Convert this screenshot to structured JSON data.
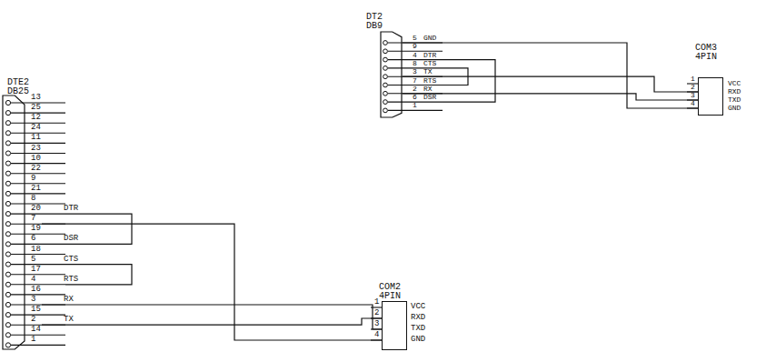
{
  "diagram": {
    "nodes": [
      {
        "text": [
          "DTE2",
          "DB25"
        ]
      },
      {
        "text": [
          "DT2",
          "DB9"
        ]
      },
      {
        "text": [
          "COM3",
          "4PIN"
        ]
      },
      {
        "text": [
          "COM2",
          "4PIN"
        ]
      }
    ],
    "edges": [
      {
        "from": 0,
        "to": 3,
        "arrow": "none"
      },
      {
        "from": 0,
        "to": 3,
        "arrow": "none"
      },
      {
        "from": 0,
        "to": 3,
        "arrow": "none"
      },
      {
        "from": 1,
        "to": 2,
        "arrow": "none"
      },
      {
        "from": 1,
        "to": 2,
        "arrow": "none"
      },
      {
        "from": 1,
        "to": 2,
        "arrow": "none"
      }
    ],
    "labels": [
      "13",
      "25",
      "12",
      "24",
      "11",
      "23",
      "10",
      "22",
      "9",
      "21",
      "8",
      "20",
      "7",
      "19",
      "6",
      "18",
      "5",
      "17",
      "4",
      "16",
      "3",
      "15",
      "2",
      "14",
      "1",
      "DTR",
      "DSR",
      "CTS",
      "RTS",
      "RX",
      "TX",
      "5",
      "9",
      "4",
      "8",
      "3",
      "7",
      "2",
      "6",
      "1",
      "GND",
      "DTR",
      "CTS",
      "TX",
      "RTS",
      "RX",
      "DSR",
      "1",
      "2",
      "3",
      "4",
      "VCC",
      "RXD",
      "TXD",
      "GND",
      "1",
      "2",
      "3",
      "4",
      "VCC",
      "RXD",
      "TXD",
      "GND"
    ]
  }
}
